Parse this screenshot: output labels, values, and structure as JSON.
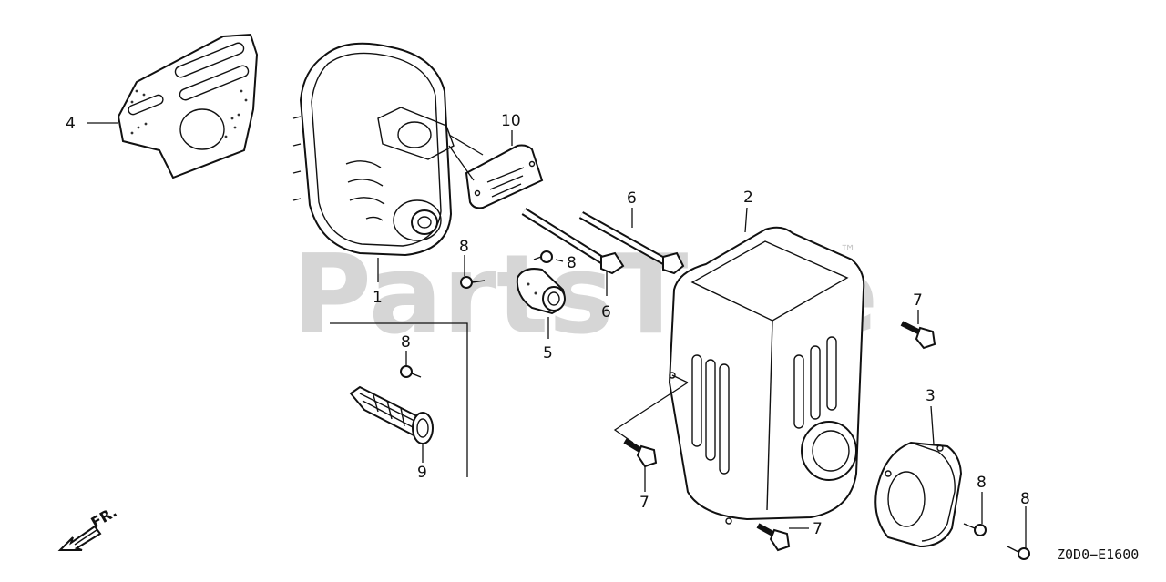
{
  "watermark": {
    "text": "PartsTree",
    "trademark": "™"
  },
  "diagram_code": "Z0D0−E1600",
  "direction_label": "FR.",
  "callouts": [
    {
      "id": "c1",
      "text": "1"
    },
    {
      "id": "c2",
      "text": "2"
    },
    {
      "id": "c3",
      "text": "3"
    },
    {
      "id": "c4",
      "text": "4"
    },
    {
      "id": "c5",
      "text": "5"
    },
    {
      "id": "c6a",
      "text": "6"
    },
    {
      "id": "c6b",
      "text": "6"
    },
    {
      "id": "c7a",
      "text": "7"
    },
    {
      "id": "c7b",
      "text": "7"
    },
    {
      "id": "c7c",
      "text": "7"
    },
    {
      "id": "c8a",
      "text": "8"
    },
    {
      "id": "c8b",
      "text": "8"
    },
    {
      "id": "c8c",
      "text": "8"
    },
    {
      "id": "c8d",
      "text": "8"
    },
    {
      "id": "c8e",
      "text": "8"
    },
    {
      "id": "c9",
      "text": "9"
    },
    {
      "id": "c10",
      "text": "10"
    }
  ]
}
